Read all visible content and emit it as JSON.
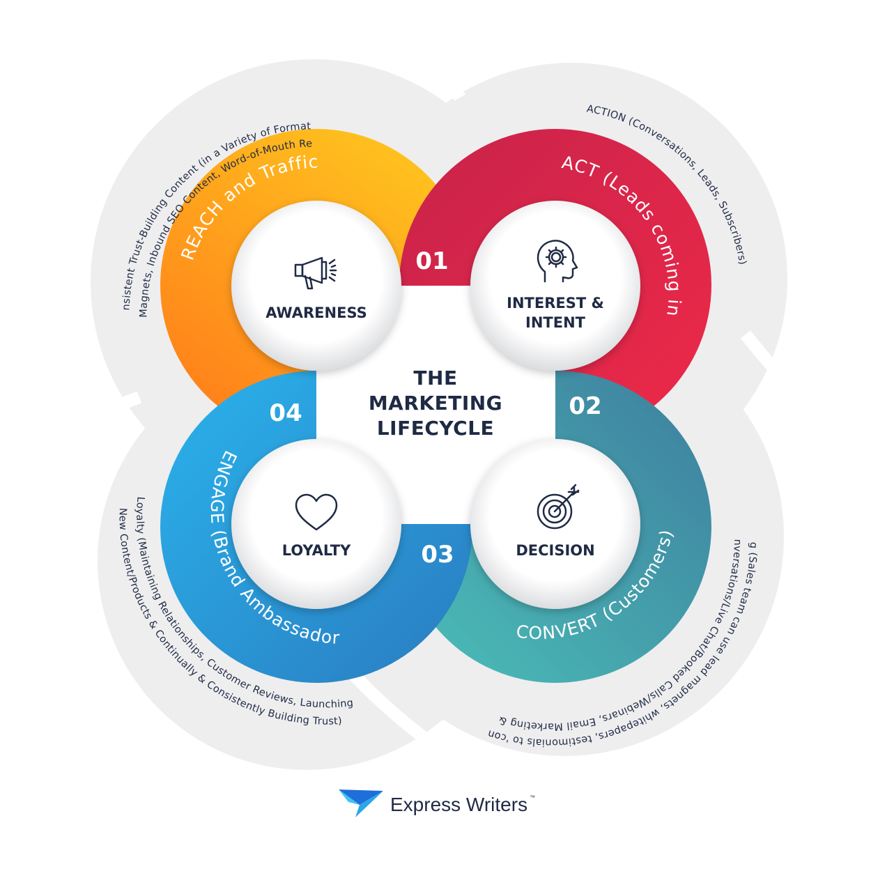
{
  "diagram": {
    "center": {
      "line1": "THE",
      "line2": "MARKETING",
      "line3": "LIFECYCLE"
    },
    "stages": [
      {
        "number": "01",
        "arc_label": "REACH and Traffic",
        "circle_label": "AWARENESS",
        "icon": "megaphone-icon",
        "color_start": "#FFC61E",
        "color_end": "#FF7A1A",
        "outer_line1": "Consistent Trust-Building Content (in a Variety of Formats),",
        "outer_line2": "Lead Magnets, Inbound SEO Content, Word-of-Mouth Referrals"
      },
      {
        "number": "02",
        "arc_label": "ACT (Leads coming in)",
        "circle_label_line1": "INTEREST &",
        "circle_label_line2": "INTENT",
        "icon": "head-gear-icon",
        "color_start": "#C8234B",
        "color_end": "#EE2948",
        "outer_line1": "ACTION (Conversations, Leads, Subscribers)"
      },
      {
        "number": "03",
        "arc_label": "CONVERT (Customers)",
        "circle_label": "DECISION",
        "icon": "target-icon",
        "color_start": "#4BBFB8",
        "color_end": "#3E7E9E",
        "outer_line1": "Conversations/Live Chat/Booked Calls/Webinars, Email Marketing & List",
        "outer_line2": "Building (Sales team can use lead magnets, whitepapers, testimonials to 'convince')"
      },
      {
        "number": "04",
        "arc_label": "ENGAGE (Brand Ambassadors)",
        "circle_label": "LOYALTY",
        "icon": "heart-icon",
        "color_start": "#2AB3EC",
        "color_end": "#2A7CC0",
        "outer_line1": "Loyalty (Maintaining Relationships, Customer Reviews, Launching",
        "outer_line2": "New Content/Products & Continually & Consistently Building Trust)"
      }
    ],
    "outer_ring_color": "#EEEEEF",
    "text_color": "#1F2A44"
  },
  "brand": {
    "name": "Express Writers",
    "tm": "™",
    "logo_icon": "paper-plane-logo-icon"
  }
}
